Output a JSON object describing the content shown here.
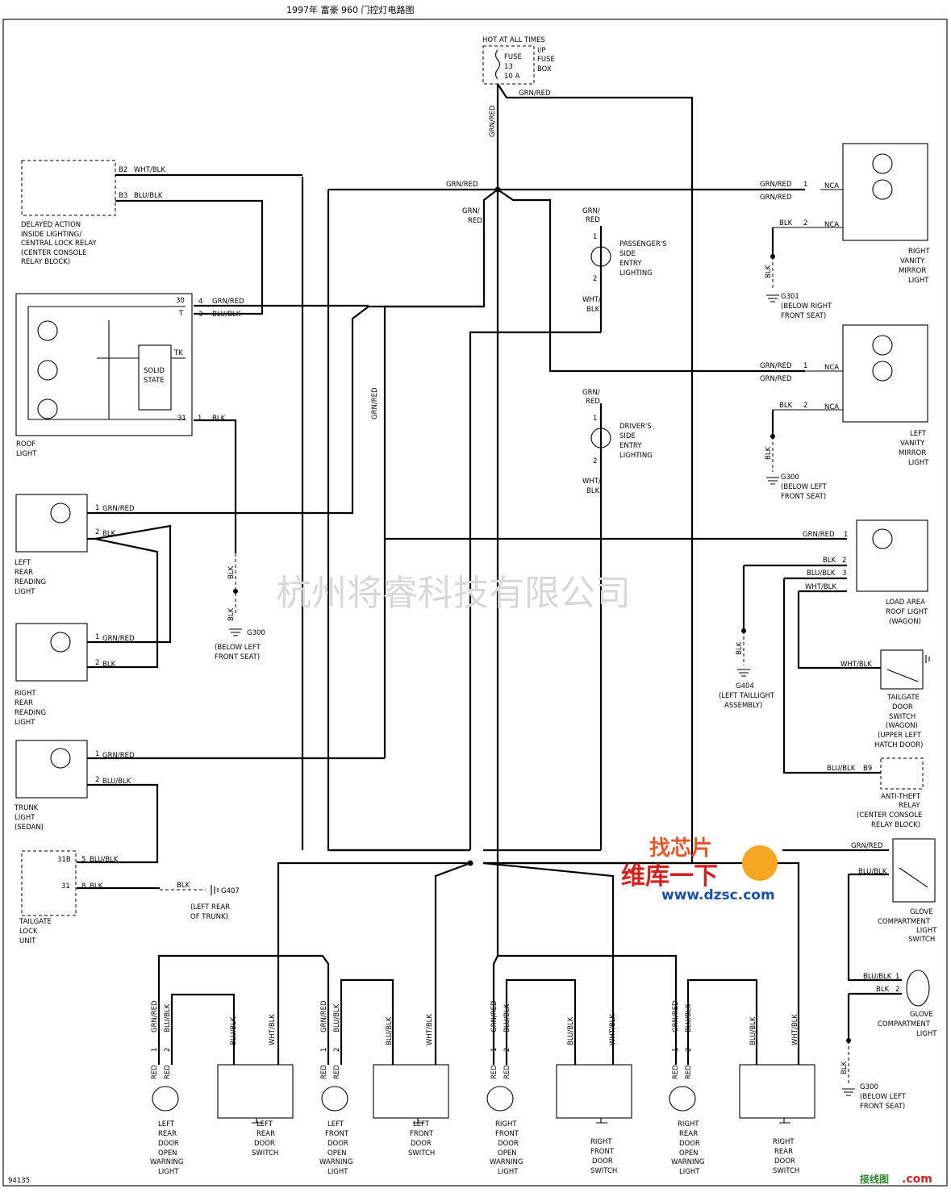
{
  "title": "1997年 富豪 960 门控灯电路图",
  "watermark": "杭州将睿科技有限公司",
  "code": "94135",
  "fuse_box": {
    "header": "HOT AT ALL TIMES",
    "fuse_line1": "FUSE",
    "fuse_line2": "13",
    "fuse_line3": "10 A",
    "box_line1": "I/P",
    "box_line2": "FUSE",
    "box_line3": "BOX"
  },
  "wires": {
    "grn_red": "GRN/RED",
    "wht_blk": "WHT/BLK",
    "blu_blk": "BLU/BLK",
    "blk": "BLK",
    "grn_slash": "GRN/",
    "red": "RED",
    "wht_slash": "WHT/",
    "blk_alt": "BLK",
    "red_sh": "RED"
  },
  "relay_block": {
    "pin_b2": "B2",
    "pin_b3": "B3",
    "lines": [
      "DELAYED ACTION",
      "INSIDE LIGHTING/",
      "CENTRAL LOCK RELAY",
      "(CENTER CONSOLE",
      "RELAY BLOCK)"
    ]
  },
  "roof_light": {
    "pin30": "30",
    "pin4": "4",
    "pinT": "T",
    "pin3": "3",
    "pinTK": "TK",
    "pin31": "31",
    "pin1": "1",
    "solid1": "SOLID",
    "solid2": "STATE",
    "label1": "ROOF",
    "label2": "LIGHT"
  },
  "left_rear_reading": [
    "LEFT",
    "REAR",
    "READING",
    "LIGHT"
  ],
  "right_rear_reading": [
    "RIGHT",
    "REAR",
    "READING",
    "LIGHT"
  ],
  "trunk_light": [
    "TRUNK",
    "LIGHT",
    "(SEDAN)"
  ],
  "tailgate_lock": {
    "pin31b": "31B",
    "pin31": "31",
    "pin5": "5",
    "pin8": "8",
    "lines": [
      "TAILGATE",
      "LOCK",
      "UNIT"
    ]
  },
  "g407": {
    "blk": "BLK",
    "name": "G407",
    "loc1": "(LEFT REAR",
    "loc2": "OF TRUNK)"
  },
  "g300_left": {
    "name": "G300",
    "loc1": "(BELOW LEFT",
    "loc2": "FRONT SEAT)"
  },
  "passenger_entry": [
    "PASSENGER'S",
    "SIDE",
    "ENTRY",
    "LIGHTING"
  ],
  "driver_entry": [
    "DRIVER'S",
    "SIDE",
    "ENTRY",
    "LIGHTING"
  ],
  "right_vanity": [
    "RIGHT",
    "VANITY",
    "MIRROR",
    "LIGHT"
  ],
  "left_vanity": [
    "LEFT",
    "VANITY",
    "MIRROR",
    "LIGHT"
  ],
  "nca": "NCA",
  "g301": {
    "name": "G301",
    "loc1": "(BELOW RIGHT",
    "loc2": "FRONT SEAT)"
  },
  "g300_lv": {
    "name": "G300",
    "loc1": "(BELOW LEFT",
    "loc2": "FRONT SEAT)"
  },
  "load_area": [
    "LOAD AREA",
    "ROOF LIGHT",
    "(WAGON)"
  ],
  "g404": {
    "name": "G404",
    "loc1": "(LEFT TAILLIGHT",
    "loc2": "ASSEMBLY)"
  },
  "tailgate_switch": [
    "TAILGATE",
    "DOOR",
    "SWITCH",
    "(WAGON)",
    "(UPPER LEFT",
    "HATCH DOOR)"
  ],
  "anti_theft": {
    "pin": "B9",
    "lines": [
      "ANTI-THEFT",
      "RELAY",
      "(CENTER CONSOLE",
      "RELAY BLOCK)"
    ]
  },
  "glove_switch": [
    "GLOVE",
    "COMPARTMENT",
    "LIGHT",
    "SWITCH"
  ],
  "glove_light": [
    "GLOVE",
    "COMPARTMENT",
    "LIGHT"
  ],
  "g300_glove": {
    "name": "G300",
    "loc1": "(BELOW LEFT",
    "loc2": "FRONT SEAT)"
  },
  "warn_lr": [
    "LEFT",
    "REAR",
    "DOOR",
    "OPEN",
    "WARNING",
    "LIGHT"
  ],
  "sw_lr": [
    "LEFT",
    "REAR",
    "DOOR",
    "SWITCH"
  ],
  "warn_lf": [
    "LEFT",
    "FRONT",
    "DOOR",
    "OPEN",
    "WARNING",
    "LIGHT"
  ],
  "sw_lf": [
    "LEFT",
    "FRONT",
    "DOOR",
    "SWITCH"
  ],
  "warn_rf": [
    "RIGHT",
    "FRONT",
    "DOOR",
    "OPEN",
    "WARNING",
    "LIGHT"
  ],
  "sw_rf": [
    "RIGHT",
    "FRONT",
    "DOOR",
    "SWITCH"
  ],
  "warn_rr": [
    "RIGHT",
    "REAR",
    "DOOR",
    "OPEN",
    "WARNING",
    "LIGHT"
  ],
  "sw_rr": [
    "RIGHT",
    "REAR",
    "DOOR",
    "SWITCH"
  ],
  "pins": {
    "p1": "1",
    "p2": "2",
    "p3": "3"
  },
  "logo": {
    "top": "找芯片",
    "mid": "维库一下",
    "url": "www.dzsc.com",
    "corner": "接线图",
    "corner2": ".com"
  }
}
